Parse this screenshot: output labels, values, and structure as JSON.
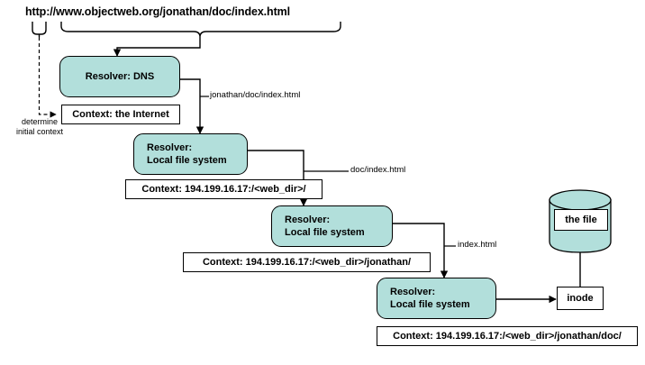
{
  "diagram": {
    "title": "http://www.objectweb.org/jonathan/doc/index.html",
    "colors": {
      "resolver_fill": "#b2dfdb",
      "cylinder_fill": "#b2dfdb",
      "stroke": "#000000",
      "background": "#ffffff"
    },
    "annotation": {
      "determine_initial_context": "determine\ninitial context"
    },
    "nodes": {
      "resolver_dns": "Resolver: DNS",
      "context_internet": "Context: the Internet",
      "resolver_fs_1": "Resolver:\nLocal file system",
      "context_fs_1": "Context: 194.199.16.17:/<web_dir>/",
      "resolver_fs_2": "Resolver:\nLocal file system",
      "context_fs_2": "Context: 194.199.16.17:/<web_dir>/jonathan/",
      "resolver_fs_3": "Resolver:\nLocal file system",
      "context_fs_3": "Context: 194.199.16.17:/<web_dir>/jonathan/doc/",
      "inode": "inode",
      "the_file": "the file"
    },
    "edge_labels": {
      "e1": "jonathan/doc/index.html",
      "e2": "doc/index.html",
      "e3": "index.html"
    }
  }
}
